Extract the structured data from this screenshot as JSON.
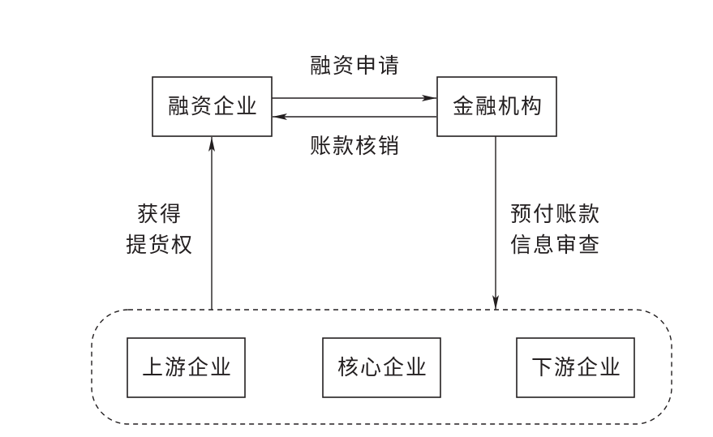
{
  "nodes": {
    "financing_enterprise": "融资企业",
    "financial_institution": "金融机构",
    "upstream_enterprise": "上游企业",
    "core_enterprise": "核心企业",
    "downstream_enterprise": "下游企业"
  },
  "edges": {
    "financing_application": "融资申请",
    "accounts_writeoff": "账款核销",
    "prepaid_review": [
      "预付账款",
      "信息审查"
    ],
    "obtain_delivery_right": [
      "获得",
      "提货权"
    ]
  },
  "colors": {
    "stroke": "#231f20",
    "text": "#231f20",
    "background": "#ffffff"
  }
}
